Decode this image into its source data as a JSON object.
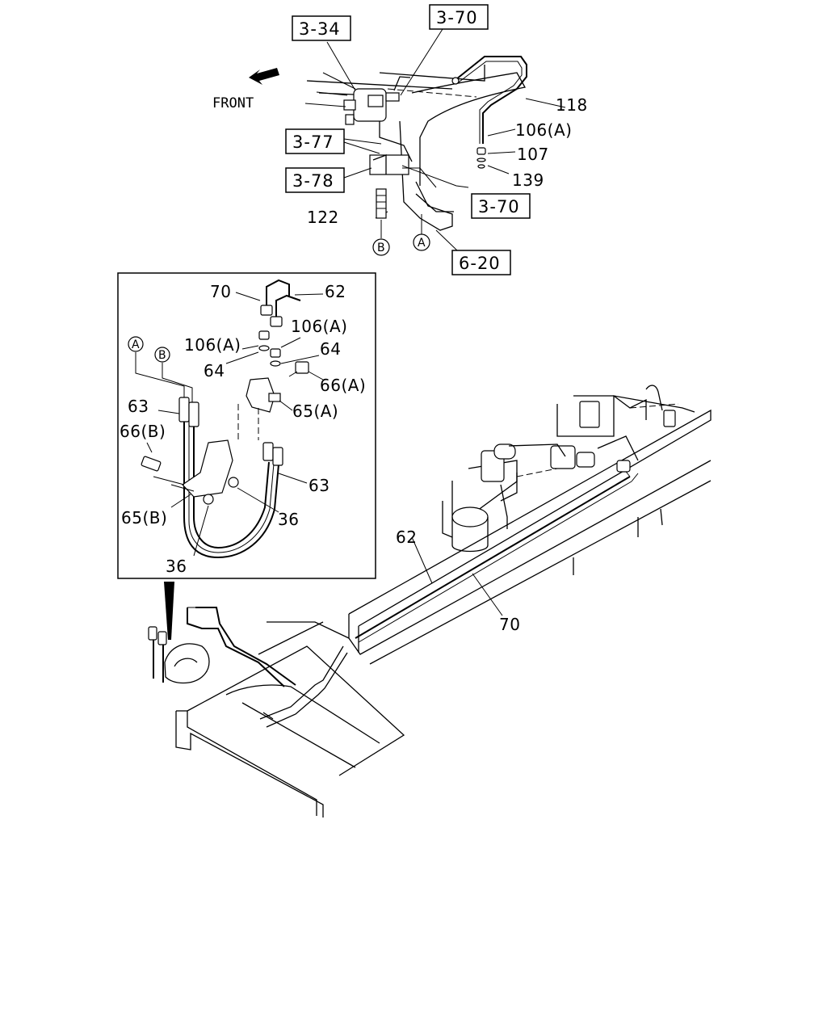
{
  "direction_label": "FRONT",
  "ref_boxes": [
    "3-34",
    "3-70",
    "3-77",
    "3-78",
    "3-70",
    "6-20"
  ],
  "upper_parts": [
    "118",
    "106(A)",
    "107",
    "139",
    "122"
  ],
  "circle_markers": [
    "A",
    "B"
  ],
  "inset": {
    "labels": [
      "70",
      "62",
      "106(A)",
      "106(A)",
      "64",
      "64",
      "66(A)",
      "65(A)",
      "63",
      "66(B)",
      "63",
      "65(B)",
      "36",
      "36"
    ],
    "markers": [
      "A",
      "B"
    ]
  },
  "lower_parts": [
    "62",
    "70"
  ]
}
